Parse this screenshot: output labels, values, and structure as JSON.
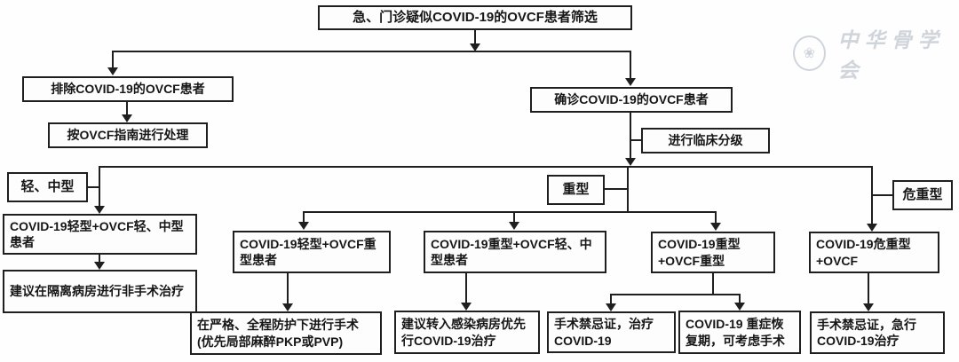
{
  "watermark": {
    "text": "中华骨学会",
    "logo": "society-seal"
  },
  "colors": {
    "line": "#1f1f1f",
    "box_border": "#1f1f1f",
    "text": "#161616",
    "background": "#fefefe",
    "watermark": "#ccd0d8"
  },
  "nodes": {
    "screening": {
      "label": "急、门诊疑似COVID-19的OVCF患者筛选"
    },
    "excluded": {
      "label": "排除COVID-19的OVCF患者"
    },
    "guideline": {
      "label": "按OVCF指南进行处理"
    },
    "confirmed": {
      "label": "确诊COVID-19的OVCF患者"
    },
    "grading": {
      "label": "进行临床分级"
    },
    "mild_moderate": {
      "label": "轻、中型"
    },
    "severe": {
      "label": "重型"
    },
    "critical": {
      "label": "危重型"
    },
    "covid_mild_ovcf_mild": {
      "label": "COVID-19轻型+OVCF轻、中型患者"
    },
    "isolation_nonsurgical": {
      "label": "建议在隔离病房进行非手术治疗"
    },
    "covid_mild_ovcf_severe": {
      "label": "COVID-19轻型+OVCF重型患者"
    },
    "protected_surgery": {
      "label": "在严格、全程防护下进行手术(优先局部麻醉PKP或PVP)"
    },
    "covid_severe_ovcf_mild": {
      "label": "COVID-19重型+OVCF轻、中型患者"
    },
    "infection_ward": {
      "label": "建议转入感染病房优先行COVID-19治疗"
    },
    "covid_severe_ovcf_severe": {
      "label": "COVID-19重型+OVCF重型"
    },
    "contraindicated_treat": {
      "label": "手术禁忌证，治疗COVID-19"
    },
    "recovery_consider_surgery": {
      "label": "COVID-19 重症恢复期，可考虑手术"
    },
    "covid_critical_ovcf": {
      "label": "COVID-19危重型+OVCF"
    },
    "contraindicated_urgent": {
      "label": "手术禁忌证，急行COVID-19治疗"
    }
  }
}
